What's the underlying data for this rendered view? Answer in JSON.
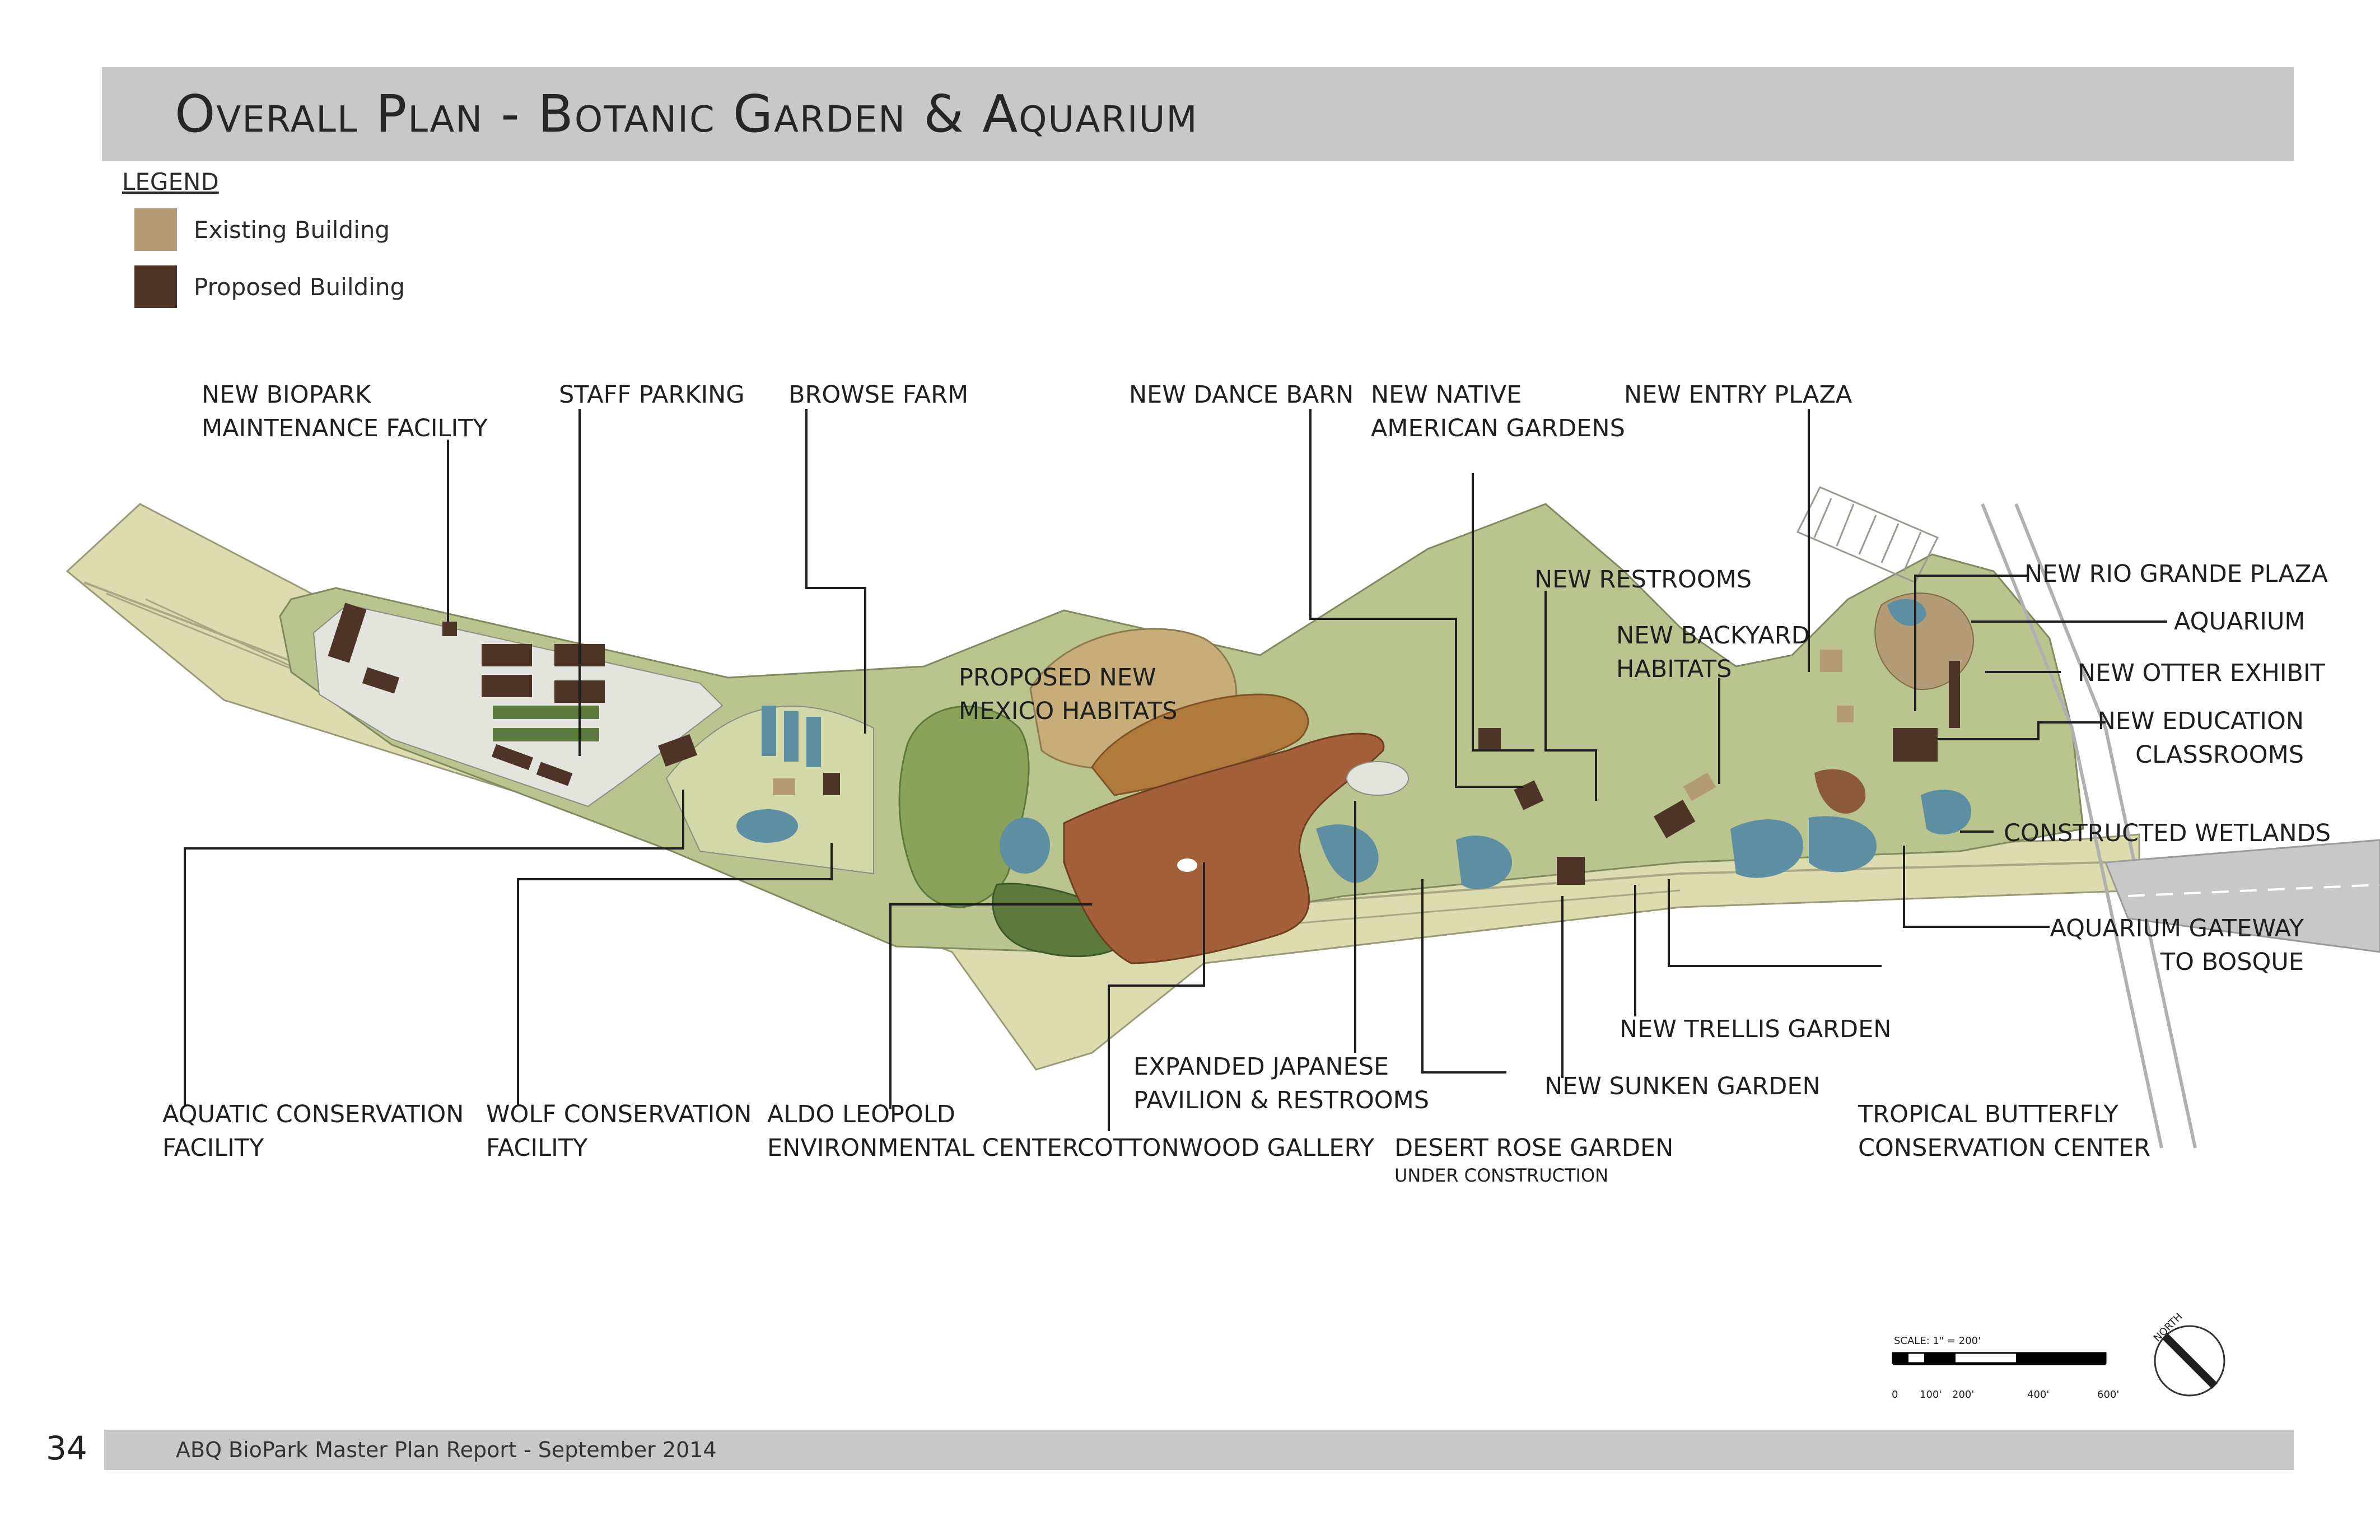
{
  "title": "Overall Plan - Botanic Garden & Aquarium",
  "legend": {
    "heading": "LEGEND",
    "items": [
      {
        "label": "Existing Building",
        "color": "#b39b76"
      },
      {
        "label": "Proposed Building",
        "color": "#4e3426"
      }
    ]
  },
  "labels": {
    "new_biopark_maintenance": "NEW BIOPARK\nMAINTENANCE FACILITY",
    "staff_parking": "STAFF PARKING",
    "browse_farm": "BROWSE FARM",
    "new_dance_barn": "NEW DANCE BARN",
    "new_native_american_gardens": "NEW NATIVE\nAMERICAN GARDENS",
    "new_entry_plaza": "NEW ENTRY PLAZA",
    "new_restrooms": "NEW RESTROOMS",
    "new_backyard_habitats": "NEW BACKYARD\nHABITATS",
    "proposed_new_mexico_habitats": "PROPOSED NEW\nMEXICO HABITATS",
    "new_rio_grande_plaza": "NEW RIO GRANDE PLAZA",
    "aquarium": "AQUARIUM",
    "new_otter_exhibit": "NEW OTTER EXHIBIT",
    "new_education_classrooms": "NEW EDUCATION\nCLASSROOMS",
    "constructed_wetlands": "CONSTRUCTED WETLANDS",
    "aquarium_gateway": "AQUARIUM GATEWAY\nTO BOSQUE",
    "new_trellis_garden": "NEW TRELLIS GARDEN",
    "new_sunken_garden": "NEW SUNKEN GARDEN",
    "tropical_butterfly": "TROPICAL BUTTERFLY\nCONSERVATION CENTER",
    "expanded_japanese": "EXPANDED JAPANESE\nPAVILION & RESTROOMS",
    "desert_rose_garden": "DESERT ROSE GARDEN",
    "desert_rose_note": "UNDER CONSTRUCTION",
    "cottonwood_gallery": "COTTONWOOD GALLERY",
    "aldo_leopold": "ALDO LEOPOLD\nENVIRONMENTAL CENTER",
    "wolf_conservation": "WOLF CONSERVATION\nFACILITY",
    "aquatic_conservation": "AQUATIC CONSERVATION\nFACILITY"
  },
  "scale": {
    "text": "SCALE: 1\" = 200'",
    "ticks": [
      "0",
      "100'",
      "200'",
      "400'",
      "600'"
    ]
  },
  "north_label": "NORTH",
  "footer": {
    "page_number": "34",
    "text": "ABQ BioPark  Master Plan Report - September 2014"
  },
  "colors": {
    "site_green": "#b9c48f",
    "light_green": "#d2d8a8",
    "river_bank": "#dcdcae",
    "water": "#5d8ea2",
    "garden_brown": "#a3603a",
    "garden_tan": "#c6ad7a",
    "paving": "#e4e4df"
  }
}
